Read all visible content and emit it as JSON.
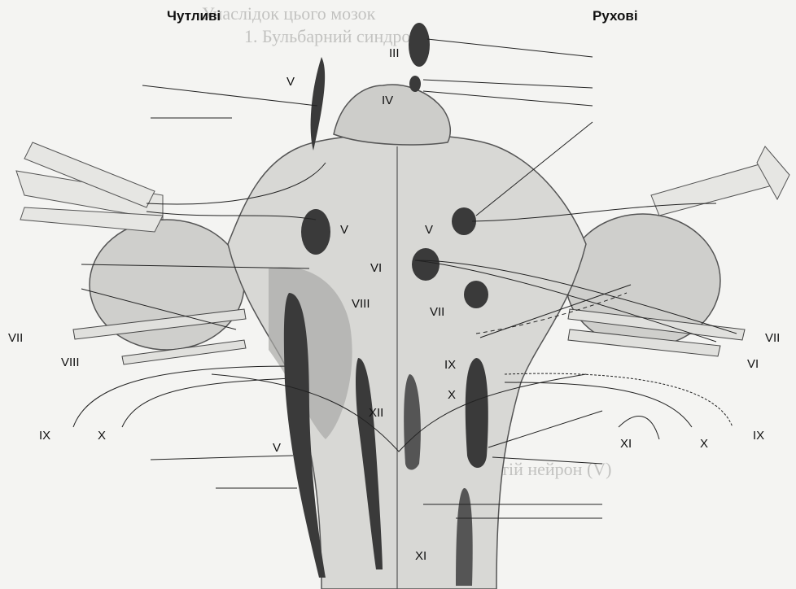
{
  "headers": {
    "sensory": "Чутливі",
    "motor": "Рухові"
  },
  "nucleus_labels": {
    "oculomotor": "III",
    "trochlear": "IV",
    "trigeminal_top": "V",
    "trigeminal_sensory": "V",
    "trigeminal_motor": "V",
    "trigeminal_spinal": "V",
    "abducens": "VI",
    "facial_motor": "VII",
    "vestibulocochlear": "VIII",
    "glossopharyngeal": "IX",
    "vagus": "X",
    "hypoglossal": "XII",
    "accessory": "XI"
  },
  "nerve_labels_left": {
    "facial": "VII",
    "vestibulocochlear": "VIII",
    "glossopharyngeal": "IX",
    "vagus": "X"
  },
  "nerve_labels_right": {
    "facial": "VII",
    "abducens": "VI",
    "glossopharyngeal": "IX",
    "vagus": "X",
    "accessory": "XI"
  },
  "background_text": {
    "line1": "Унаслідок цього мозок",
    "line2": "1. Бульбарний синдром",
    "line3": "3. Третій нейрон  (V)"
  },
  "colors": {
    "brainstem": "#d6d6d3",
    "nucleus": "#3a3a3a",
    "paper": "#f4f4f2"
  }
}
